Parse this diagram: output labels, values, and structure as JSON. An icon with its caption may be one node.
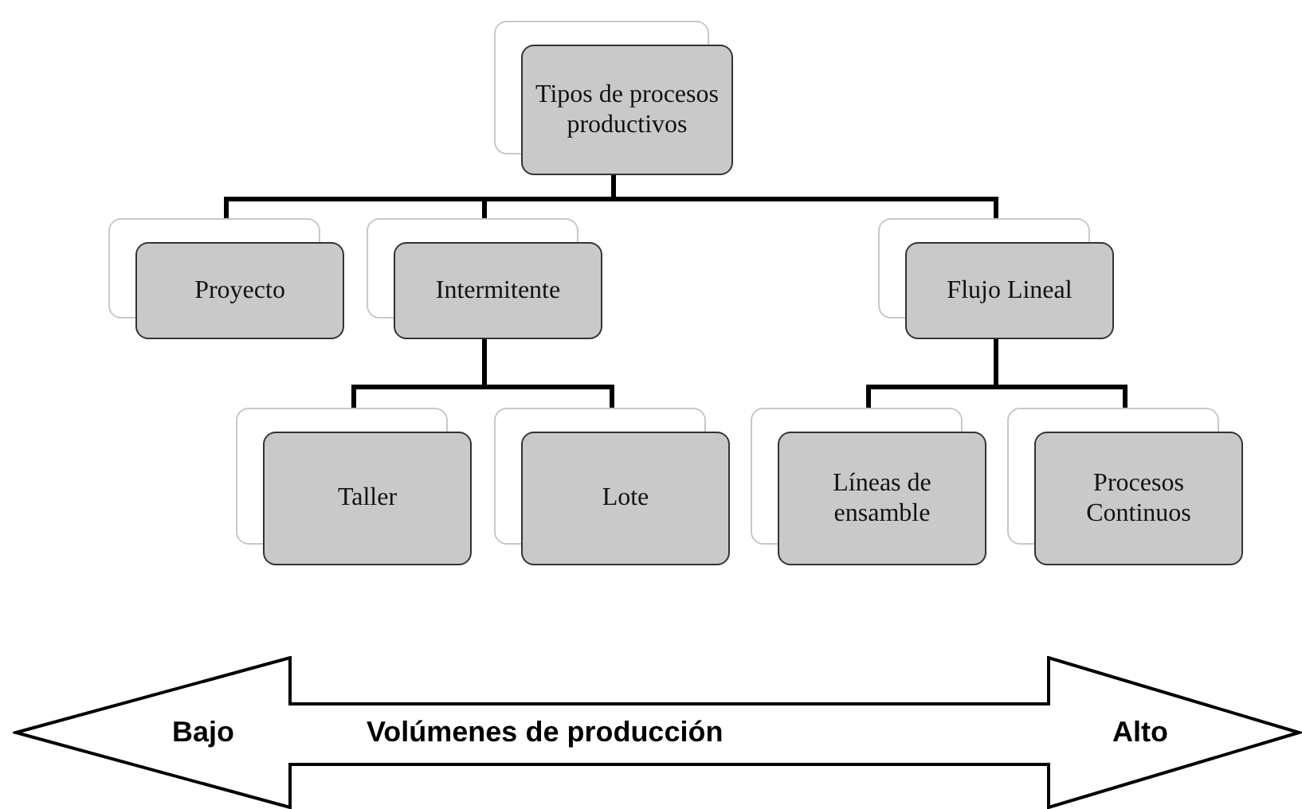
{
  "diagram": {
    "nodes": [
      {
        "text": [
          "Tipos de procesos productivos"
        ]
      },
      {
        "text": [
          "Proyecto"
        ]
      },
      {
        "text": [
          "Intermitente"
        ]
      },
      {
        "text": [
          "Flujo Lineal"
        ]
      },
      {
        "text": [
          "Taller"
        ]
      },
      {
        "text": [
          "Lote"
        ]
      },
      {
        "text": [
          "Líneas de ensamble"
        ]
      },
      {
        "text": [
          "Procesos Continuos"
        ]
      },
      {
        "text": [
          "Bajo",
          "Volúmenes de producción",
          "Alto"
        ]
      }
    ],
    "edges": [
      {
        "from": 0,
        "to": 1,
        "arrow": "none"
      },
      {
        "from": 0,
        "to": 2,
        "arrow": "none"
      },
      {
        "from": 0,
        "to": 3,
        "arrow": "none"
      },
      {
        "from": 2,
        "to": 4,
        "arrow": "none"
      },
      {
        "from": 2,
        "to": 5,
        "arrow": "none"
      },
      {
        "from": 3,
        "to": 6,
        "arrow": "none"
      },
      {
        "from": 3,
        "to": 7,
        "arrow": "none"
      }
    ]
  }
}
